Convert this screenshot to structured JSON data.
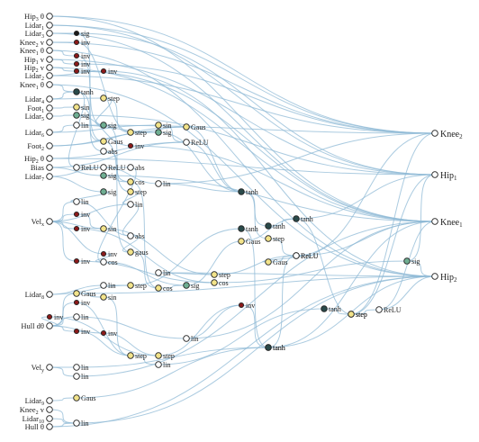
{
  "colors": {
    "edge": "#8fb9d6",
    "node_white": "#ffffff",
    "node_yellow": "#f2e38a",
    "node_green": "#6fae92",
    "node_dark": "#2a4a4a",
    "node_black": "#1a1a1a",
    "node_red": "#8a1a1a",
    "outline": "#222222",
    "text": "#222222"
  },
  "inputs": [
    {
      "id": "i0",
      "label": "Hip",
      "sub": "3",
      "suffix": "θ"
    },
    {
      "id": "i1",
      "label": "Lidar",
      "sub": "1"
    },
    {
      "id": "i2",
      "label": "Lidar",
      "sub": "3"
    },
    {
      "id": "i3",
      "label": "Knee",
      "sub": "2",
      "suffix": "v"
    },
    {
      "id": "i4",
      "label": "Knee",
      "sub": "1",
      "suffix": "θ"
    },
    {
      "id": "i5",
      "label": "Hip",
      "sub": "1",
      "suffix": "v"
    },
    {
      "id": "i6",
      "label": "Hip",
      "sub": "2",
      "suffix": "v"
    },
    {
      "id": "i7",
      "label": "Lidar",
      "sub": "2"
    },
    {
      "id": "i8",
      "label": "Knee",
      "sub": "1",
      "suffix": "θ"
    },
    {
      "id": "i9",
      "label": "Lidar",
      "sub": "4"
    },
    {
      "id": "i10",
      "label": "Foot",
      "sub": "1"
    },
    {
      "id": "i11",
      "label": "Lidar",
      "sub": "5"
    },
    {
      "id": "i12",
      "label": "Lidar",
      "sub": "6"
    },
    {
      "id": "i13",
      "label": "Foot",
      "sub": "2"
    },
    {
      "id": "i14",
      "label": "Hip",
      "sub": "2",
      "suffix": "θ"
    },
    {
      "id": "i15",
      "label": "Bias"
    },
    {
      "id": "i16",
      "label": "Lidar",
      "sub": "7"
    },
    {
      "id": "i17",
      "label": "Vel",
      "sub": "x"
    },
    {
      "id": "i18",
      "label": "Lidar",
      "sub": "8"
    },
    {
      "id": "i19",
      "label": "Hull",
      "suffix": "dθ"
    },
    {
      "id": "i20",
      "label": "Vel",
      "sub": "y"
    },
    {
      "id": "i21",
      "label": "Lidar",
      "sub": "9"
    },
    {
      "id": "i22",
      "label": "Knee",
      "sub": "2",
      "suffix": "v"
    },
    {
      "id": "i23",
      "label": "Lidar",
      "sub": "10"
    },
    {
      "id": "i24",
      "label": "Hull",
      "suffix": "θ"
    }
  ],
  "outputs": [
    {
      "id": "o0",
      "label": "Knee",
      "sub": "2"
    },
    {
      "id": "o1",
      "label": "Hip",
      "sub": "1"
    },
    {
      "id": "o2",
      "label": "Knee",
      "sub": "1"
    },
    {
      "id": "o3",
      "label": "Hip",
      "sub": "2"
    }
  ],
  "hidden": [
    {
      "id": "h0",
      "label": "sig",
      "fill": "node_black"
    },
    {
      "id": "h1",
      "label": "inv",
      "fill": "node_red"
    },
    {
      "id": "h2",
      "label": "inv",
      "fill": "node_red"
    },
    {
      "id": "h3",
      "label": "inv",
      "fill": "node_red"
    },
    {
      "id": "h4",
      "label": "inv",
      "fill": "node_red"
    },
    {
      "id": "h5",
      "label": "inv",
      "fill": "node_red"
    },
    {
      "id": "h6",
      "label": "tanh",
      "fill": "node_dark"
    },
    {
      "id": "h7",
      "label": "step",
      "fill": "node_yellow"
    },
    {
      "id": "h8",
      "label": "sin",
      "fill": "node_yellow"
    },
    {
      "id": "h9",
      "label": "sig",
      "fill": "node_green"
    },
    {
      "id": "h10",
      "label": "lin",
      "fill": "node_white"
    },
    {
      "id": "h11",
      "label": "sig",
      "fill": "node_green"
    },
    {
      "id": "h12",
      "label": "step",
      "fill": "node_yellow"
    },
    {
      "id": "h13",
      "label": "sin",
      "fill": "node_yellow"
    },
    {
      "id": "h14",
      "label": "sig",
      "fill": "node_green"
    },
    {
      "id": "h15",
      "label": "Gaus",
      "fill": "node_yellow"
    },
    {
      "id": "h16",
      "label": "ReLU",
      "fill": "node_white"
    },
    {
      "id": "h17",
      "label": "Gaus",
      "fill": "node_yellow"
    },
    {
      "id": "h18",
      "label": "inv",
      "fill": "node_red"
    },
    {
      "id": "h19",
      "label": "abs",
      "fill": "node_white"
    },
    {
      "id": "h20",
      "label": "ReLU",
      "fill": "node_white"
    },
    {
      "id": "h21",
      "label": "ReLU",
      "fill": "node_white"
    },
    {
      "id": "h22",
      "label": "sig",
      "fill": "node_green"
    },
    {
      "id": "h23",
      "label": "abs",
      "fill": "node_white"
    },
    {
      "id": "h24",
      "label": "cos",
      "fill": "node_yellow"
    },
    {
      "id": "h25",
      "label": "sig",
      "fill": "node_green"
    },
    {
      "id": "h26",
      "label": "lin",
      "fill": "node_white"
    },
    {
      "id": "h27",
      "label": "step",
      "fill": "node_yellow"
    },
    {
      "id": "h28",
      "label": "lin",
      "fill": "node_white"
    },
    {
      "id": "h29",
      "label": "tanh",
      "fill": "node_dark"
    },
    {
      "id": "h30",
      "label": "lin",
      "fill": "node_white"
    },
    {
      "id": "h31",
      "label": "inv",
      "fill": "node_red"
    },
    {
      "id": "h32",
      "label": "inv",
      "fill": "node_red"
    },
    {
      "id": "h33",
      "label": "sin",
      "fill": "node_yellow"
    },
    {
      "id": "h34",
      "label": "abs",
      "fill": "node_white"
    },
    {
      "id": "h35",
      "label": "gaus",
      "fill": "node_yellow"
    },
    {
      "id": "h36",
      "label": "inv",
      "fill": "node_red"
    },
    {
      "id": "h37",
      "label": "cos",
      "fill": "node_white"
    },
    {
      "id": "h38",
      "label": "inv",
      "fill": "node_red"
    },
    {
      "id": "h39",
      "label": "lin",
      "fill": "node_white"
    },
    {
      "id": "h40",
      "label": "lin",
      "fill": "node_white"
    },
    {
      "id": "h41",
      "label": "step",
      "fill": "node_yellow"
    },
    {
      "id": "h42",
      "label": "cos",
      "fill": "node_yellow"
    },
    {
      "id": "h43",
      "label": "sig",
      "fill": "node_green"
    },
    {
      "id": "h44",
      "label": "step",
      "fill": "node_yellow"
    },
    {
      "id": "h45",
      "label": "cos",
      "fill": "node_yellow"
    },
    {
      "id": "h46",
      "label": "tanh",
      "fill": "node_dark"
    },
    {
      "id": "h47",
      "label": "Gaus",
      "fill": "node_yellow"
    },
    {
      "id": "h48",
      "label": "sin",
      "fill": "node_yellow"
    },
    {
      "id": "h49",
      "label": "inv",
      "fill": "node_red"
    },
    {
      "id": "h50",
      "label": "inv",
      "fill": "node_red"
    },
    {
      "id": "h51",
      "label": "lin",
      "fill": "node_white"
    },
    {
      "id": "h52",
      "label": "inv",
      "fill": "node_red"
    },
    {
      "id": "h53",
      "label": "step",
      "fill": "node_yellow"
    },
    {
      "id": "h54",
      "label": "lin",
      "fill": "node_white"
    },
    {
      "id": "h55",
      "label": "inv",
      "fill": "node_red"
    },
    {
      "id": "h56",
      "label": "step",
      "fill": "node_yellow"
    },
    {
      "id": "h57",
      "label": "lin",
      "fill": "node_white"
    },
    {
      "id": "h58",
      "label": "lin",
      "fill": "node_white"
    },
    {
      "id": "h59",
      "label": "lin",
      "fill": "node_white"
    },
    {
      "id": "h60",
      "label": "Gaus",
      "fill": "node_yellow"
    },
    {
      "id": "h61",
      "label": "lin",
      "fill": "node_white"
    },
    {
      "id": "h62",
      "label": "inv",
      "fill": "node_red"
    },
    {
      "id": "h63",
      "label": "tanh",
      "fill": "node_dark"
    },
    {
      "id": "h64",
      "label": "step",
      "fill": "node_yellow"
    },
    {
      "id": "h65",
      "label": "Gaus",
      "fill": "node_yellow"
    },
    {
      "id": "h66",
      "label": "tanh",
      "fill": "node_dark"
    },
    {
      "id": "h67",
      "label": "ReLU",
      "fill": "node_white"
    },
    {
      "id": "h68",
      "label": "Gaus",
      "fill": "node_yellow"
    },
    {
      "id": "h69",
      "label": "tanh",
      "fill": "node_dark"
    },
    {
      "id": "h70",
      "label": "step",
      "fill": "node_yellow"
    },
    {
      "id": "h71",
      "label": "ReLU",
      "fill": "node_white"
    },
    {
      "id": "h72",
      "label": "sig",
      "fill": "node_green"
    },
    {
      "id": "h73",
      "label": "tanh",
      "fill": "node_dark"
    },
    {
      "id": "h74",
      "label": "step",
      "fill": "node_yellow"
    },
    {
      "id": "h75",
      "label": "ReLU",
      "fill": "node_white"
    },
    {
      "id": "h76",
      "label": "tanh",
      "fill": "node_dark"
    }
  ],
  "edges": [
    [
      "i0",
      "o0"
    ],
    [
      "i1",
      "o1"
    ],
    [
      "i2",
      "h0"
    ],
    [
      "i2",
      "o2"
    ],
    [
      "i3",
      "h1"
    ],
    [
      "i3",
      "o0"
    ],
    [
      "i4",
      "h2"
    ],
    [
      "i4",
      "o3"
    ],
    [
      "i5",
      "h3"
    ],
    [
      "i5",
      "o1"
    ],
    [
      "i6",
      "h4"
    ],
    [
      "i6",
      "o2"
    ],
    [
      "i7",
      "h5"
    ],
    [
      "i7",
      "o0"
    ],
    [
      "i8",
      "h6"
    ],
    [
      "i8",
      "o3"
    ],
    [
      "i9",
      "h6"
    ],
    [
      "i9",
      "h7"
    ],
    [
      "i10",
      "h8"
    ],
    [
      "i11",
      "h9"
    ],
    [
      "i12",
      "h10"
    ],
    [
      "i12",
      "h13"
    ],
    [
      "i13",
      "h14"
    ],
    [
      "i13",
      "h15"
    ],
    [
      "i14",
      "h16"
    ],
    [
      "i15",
      "h16"
    ],
    [
      "i15",
      "h22"
    ],
    [
      "i16",
      "h21"
    ],
    [
      "i16",
      "h25"
    ],
    [
      "i17",
      "h28"
    ],
    [
      "i17",
      "h30"
    ],
    [
      "i17",
      "h31"
    ],
    [
      "i17",
      "h32"
    ],
    [
      "i17",
      "h33"
    ],
    [
      "i17",
      "h36"
    ],
    [
      "i17",
      "h38"
    ],
    [
      "i18",
      "h40"
    ],
    [
      "i18",
      "h41"
    ],
    [
      "i19",
      "h47"
    ],
    [
      "i19",
      "h49"
    ],
    [
      "i19",
      "h50"
    ],
    [
      "i19",
      "h51"
    ],
    [
      "i19",
      "h52"
    ],
    [
      "i19",
      "h55"
    ],
    [
      "i20",
      "h58"
    ],
    [
      "i20",
      "h59"
    ],
    [
      "i21",
      "h60"
    ],
    [
      "i22",
      "h61"
    ],
    [
      "i23",
      "h61"
    ],
    [
      "i24",
      "h61"
    ],
    [
      "i24",
      "o3"
    ],
    [
      "i0",
      "o2"
    ],
    [
      "i1",
      "o0"
    ],
    [
      "i14",
      "o1"
    ],
    [
      "h0",
      "h11"
    ],
    [
      "h0",
      "o1"
    ],
    [
      "h1",
      "h12"
    ],
    [
      "h2",
      "h17"
    ],
    [
      "h3",
      "o0"
    ],
    [
      "h4",
      "o2"
    ],
    [
      "h5",
      "o3"
    ],
    [
      "h6",
      "h20"
    ],
    [
      "h6",
      "h19"
    ],
    [
      "h7",
      "h11"
    ],
    [
      "h7",
      "h12"
    ],
    [
      "h8",
      "h17"
    ],
    [
      "h9",
      "h18"
    ],
    [
      "h10",
      "h14"
    ],
    [
      "h11",
      "h27"
    ],
    [
      "h12",
      "h15"
    ],
    [
      "h13",
      "h16"
    ],
    [
      "h14",
      "h29"
    ],
    [
      "h15",
      "h29"
    ],
    [
      "h16",
      "h29"
    ],
    [
      "h17",
      "h35"
    ],
    [
      "h18",
      "o2"
    ],
    [
      "h19",
      "h24"
    ],
    [
      "h20",
      "h23"
    ],
    [
      "h21",
      "h26"
    ],
    [
      "h22",
      "h24"
    ],
    [
      "h23",
      "h37"
    ],
    [
      "h24",
      "h42"
    ],
    [
      "h25",
      "h30"
    ],
    [
      "h26",
      "h29"
    ],
    [
      "h27",
      "h28"
    ],
    [
      "h28",
      "h34"
    ],
    [
      "h29",
      "h63"
    ],
    [
      "h29",
      "h64"
    ],
    [
      "h30",
      "h34"
    ],
    [
      "h31",
      "h33"
    ],
    [
      "h32",
      "h45"
    ],
    [
      "h33",
      "h44"
    ],
    [
      "h34",
      "h35"
    ],
    [
      "h35",
      "h42"
    ],
    [
      "h36",
      "h37"
    ],
    [
      "h37",
      "h43"
    ],
    [
      "h38",
      "h45"
    ],
    [
      "h39",
      "h44"
    ],
    [
      "h40",
      "h41"
    ],
    [
      "h41",
      "h46"
    ],
    [
      "h42",
      "h43"
    ],
    [
      "h43",
      "h65"
    ],
    [
      "h44",
      "h67"
    ],
    [
      "h45",
      "h72"
    ],
    [
      "h46",
      "h69"
    ],
    [
      "h47",
      "h48"
    ],
    [
      "h48",
      "h53"
    ],
    [
      "h49",
      "h53"
    ],
    [
      "h50",
      "h56"
    ],
    [
      "h51",
      "h57"
    ],
    [
      "h52",
      "h53"
    ],
    [
      "h53",
      "h54"
    ],
    [
      "h54",
      "h73"
    ],
    [
      "h55",
      "h56"
    ],
    [
      "h56",
      "h62"
    ],
    [
      "h57",
      "h62"
    ],
    [
      "h58",
      "h69"
    ],
    [
      "h59",
      "o2"
    ],
    [
      "h60",
      "h76"
    ],
    [
      "h61",
      "o3"
    ],
    [
      "h62",
      "h76"
    ],
    [
      "h63",
      "h66"
    ],
    [
      "h64",
      "h67"
    ],
    [
      "h65",
      "h66"
    ],
    [
      "h66",
      "h70"
    ],
    [
      "h67",
      "h68"
    ],
    [
      "h68",
      "h71"
    ],
    [
      "h69",
      "h71"
    ],
    [
      "h70",
      "o1"
    ],
    [
      "h71",
      "o2"
    ],
    [
      "h72",
      "o3"
    ],
    [
      "h73",
      "h74"
    ],
    [
      "h74",
      "h75"
    ],
    [
      "h75",
      "o3"
    ],
    [
      "h76",
      "o2"
    ],
    [
      "h72",
      "o1"
    ],
    [
      "h71",
      "o0"
    ],
    [
      "h70",
      "o0"
    ],
    [
      "h75",
      "o2"
    ],
    [
      "h76",
      "o3"
    ],
    [
      "h66",
      "o1"
    ],
    [
      "h47",
      "o3"
    ],
    [
      "h10",
      "o0"
    ],
    [
      "h9",
      "o1"
    ],
    [
      "h22",
      "o2"
    ],
    [
      "h26",
      "o0"
    ],
    [
      "h39",
      "o3"
    ],
    [
      "h57",
      "o2"
    ]
  ]
}
